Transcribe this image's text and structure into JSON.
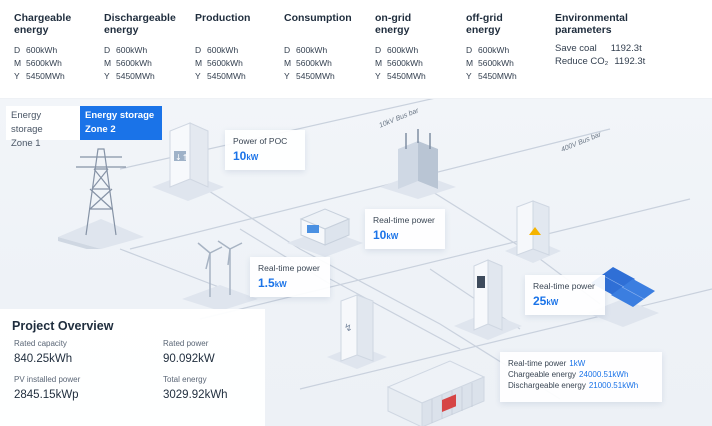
{
  "metrics": [
    {
      "title": "Chargeable\nenergy",
      "rows": [
        {
          "k": "D",
          "v": "600kWh"
        },
        {
          "k": "M",
          "v": "5600kWh"
        },
        {
          "k": "Y",
          "v": "5450MWh"
        }
      ]
    },
    {
      "title": "Dischargeable\nenergy",
      "rows": [
        {
          "k": "D",
          "v": "600kWh"
        },
        {
          "k": "M",
          "v": "5600kWh"
        },
        {
          "k": "Y",
          "v": "5450MWh"
        }
      ]
    },
    {
      "title": "Production",
      "rows": [
        {
          "k": "D",
          "v": "600kWh"
        },
        {
          "k": "M",
          "v": "5600kWh"
        },
        {
          "k": "Y",
          "v": "5450MWh"
        }
      ]
    },
    {
      "title": "Consumption",
      "rows": [
        {
          "k": "D",
          "v": "600kWh"
        },
        {
          "k": "M",
          "v": "5600kWh"
        },
        {
          "k": "Y",
          "v": "5450MWh"
        }
      ]
    },
    {
      "title": "on-grid\nenergy",
      "rows": [
        {
          "k": "D",
          "v": "600kWh"
        },
        {
          "k": "M",
          "v": "5600kWh"
        },
        {
          "k": "Y",
          "v": "5450MWh"
        }
      ]
    },
    {
      "title": "off-grid\nenergy",
      "rows": [
        {
          "k": "D",
          "v": "600kWh"
        },
        {
          "k": "M",
          "v": "5600kWh"
        },
        {
          "k": "Y",
          "v": "5450MWh"
        }
      ]
    }
  ],
  "environment": {
    "title": "Environmental\nparameters",
    "save_coal_label": "Save coal",
    "save_coal_value": "1192.3t",
    "reduce_co2_label": "Reduce CO₂",
    "reduce_co2_value": "1192.3t"
  },
  "zones": [
    {
      "label": "Energy storage\nZone 1",
      "active": false
    },
    {
      "label": "Energy storage\nZone 2",
      "active": true
    }
  ],
  "bus_labels": {
    "bus10kv": "10kV Bus bar",
    "bus400v": "400V Bus bar"
  },
  "cards": {
    "poc": {
      "label": "Power of POC",
      "value": "10",
      "unit": "kW"
    },
    "generator": {
      "label": "Real-time power",
      "value": "10",
      "unit": "kW"
    },
    "wind": {
      "label": "Real-time power",
      "value": "1.5",
      "unit": "kW"
    },
    "solar": {
      "label": "Real-time power",
      "value": "25",
      "unit": "kW"
    },
    "storage": {
      "line1_label": "Real-time power",
      "line1_value": "1kW",
      "line2_label": "Chargeable energy",
      "line2_value": "24000.51kWh",
      "line3_label": "Dischargeable energy",
      "line3_value": "21000.51kWh"
    }
  },
  "overview": {
    "title": "Project Overview",
    "items": [
      {
        "label": "Rated capacity",
        "value": "840.25kWh"
      },
      {
        "label": "Rated power",
        "value": "90.092kW"
      },
      {
        "label": "PV installed power",
        "value": "2845.15kWp"
      },
      {
        "label": "Total energy",
        "value": "3029.92kWh"
      }
    ]
  },
  "colors": {
    "accent": "#1a73e8",
    "platform": "#e3e8f0",
    "device": "#f4f6fa",
    "line": "#c8d0dc"
  }
}
